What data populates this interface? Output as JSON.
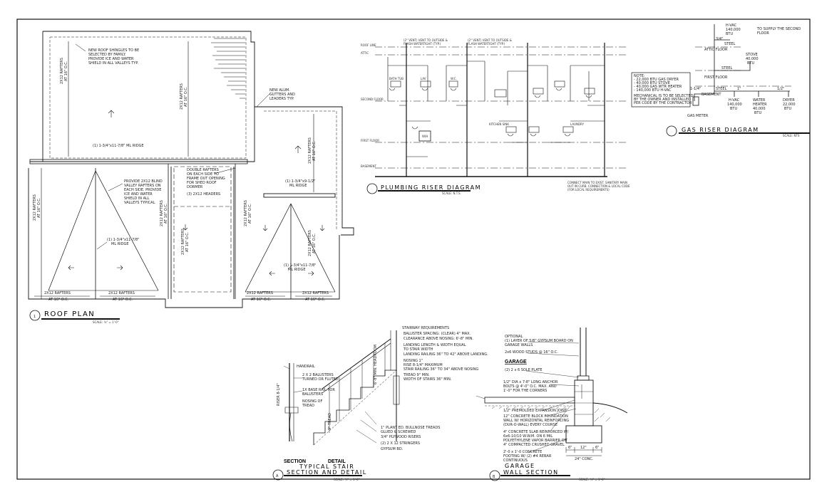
{
  "roof_plan": {
    "title": "ROOF PLAN",
    "number": "1",
    "scale": "SCALE: ¼\" = 1'-0\"",
    "notes": {
      "shingles": [
        "NEW ROOF SHINGLES TO BE",
        "SELECTED BY FAMILY.",
        "PROVIDE ICE AND WATER",
        "SHIELD IN ALL VALLEYS TYP."
      ],
      "gutters": [
        "NEW ALUM.",
        "GUTTERS AND",
        "LEADERS TYP."
      ],
      "ridge_main": "(1) 1-3/4\"x11-7/8\" ML RIDGE",
      "valley": [
        "PROVIDE 2X12 BLIND",
        "VALLEY RAFTERS ON",
        "EACH SIDE. PROVIDE",
        "ICE AND WATER",
        "SHIELD IN ALL",
        "VALLEYS TYPICAL"
      ],
      "double": [
        "DOUBLE RAFTERS",
        "ON EACH SIDE TO",
        "FRAME OUT OPENING",
        "FOR SHED ROOF",
        "DORMER"
      ],
      "header": "(3) 2X12 HEADERS",
      "ridge_left": [
        "(1) 1-3/4\"x11-7/8\"",
        "ML RIDGE"
      ],
      "ridge_right": [
        "(1) 1-3/4\"x11-7/8\"",
        "ML RIDGE"
      ],
      "ridge_small": [
        "(1) 1-3/4\"x9-1/2\"",
        "ML RIDGE"
      ],
      "rafters_oc": "AT 16\" O.C.",
      "rafters": "2X12 RAFTERS"
    }
  },
  "plumbing": {
    "title": "PLUMBING RISER DIAGRAM",
    "scale": "SCALE: N.T.S.",
    "levels": [
      "ROOF LINE",
      "ATTIC",
      "SECOND FLOOR",
      "FIRST FLOOR",
      "BASEMENT"
    ],
    "vents": [
      "(2\" VENT) VENT TO OUTSIDE &",
      "FLASH WATERTIGHT (TYP.)"
    ],
    "fixtures": [
      "BATH TUB",
      "LAV",
      "W.C.",
      "KITCHEN SINK",
      "LAUNDRY",
      "W/H"
    ],
    "footer": [
      "CONNECT MAIN TO EXIST. SANITARY MAIN",
      "OUT IN CURB. CONNECTION & LOCAL CODE",
      "(FOR LOCAL REQUIREMENTS)"
    ]
  },
  "gas": {
    "title": "GAS RISER DIAGRAM",
    "scale": "SCALE: NTS",
    "supply": [
      "TO SUPPLY THE SECOND",
      "FLOOR"
    ],
    "hvac_top": [
      "H-VAC",
      "140,000",
      "BTU"
    ],
    "attic": "ATTIC FLOOR",
    "first_floor": "FIRST FLOOR",
    "basement": "BASEMENT",
    "meter": "GAS METER",
    "stove": [
      "STOVE",
      "40,000",
      "BTU"
    ],
    "hvac_bsmt": [
      "H-VAC",
      "140,000",
      "BTU"
    ],
    "water_heater": [
      "WATER",
      "HEATER",
      "40,000",
      "BTU"
    ],
    "dryer": [
      "DRYER",
      "22,000",
      "BTU"
    ],
    "steel": "STEEL",
    "pipe_sizes": [
      "3/4\"",
      "1\"",
      "1-1/4\"",
      "1/2\""
    ],
    "note": [
      "NOTE:",
      "- 22,000 BTU GAS DRYER",
      "- 40,000 BTU STOVE",
      "- 40,000 GAS WTR HEATER",
      "- 140,000 BTU H-VAC",
      "MECHANICAL IS TO BE SELECTED",
      "BY THE OWNER AND INSTALLED",
      "PER CODE BY THE CONTRACTOR"
    ]
  },
  "stair": {
    "label": "A",
    "title": [
      "TYPICAL STAIR",
      "SECTION AND DETAIL"
    ],
    "sub_section": "SECTION",
    "sub_detail": "DETAIL",
    "scale": "SCALE: ¾\" = 1'-0\"",
    "requirements": [
      "STAIRWAY REQUIREMENTS",
      "BALUSTER SPACING: (CLEAR) 4\" MAX.",
      "CLEARANCE ABOVE NOSING: 6'-8\" MIN.",
      "LANDING LENGTH & WIDTH EQUAL",
      "TO STAIR WIDTH",
      "LANDING RAILING 36\" TO 42\" ABOVE LANDING.",
      "NOSING 1\"",
      "RISE 8-1/4\" MAXIMUM",
      "STAIR RAILING 36\" TO 34\" ABOVE NOSING",
      "TREAD 9\" MIN.",
      "WIDTH OF STAIRS 36\" MIN."
    ],
    "callouts": [
      "HANDRAIL",
      "2 X 2 BALUSTERS",
      "TURNED OR FLUTED",
      "1X BASE RAIL FOR",
      "BALUSTERS",
      "NOSING OF",
      "TREAD",
      "1\" PLANT ED. BULLNOSE TREADS",
      "GLUED & SCREWED",
      "3/4\" PLYWOOD RISERS",
      "(2) 2 X 12 STRINGERS",
      "GYPSUM BD."
    ],
    "dims": [
      "RISER 8-1/4\"",
      "9\" TREAD",
      "6'-8\" MIN. HEADROOM"
    ]
  },
  "garage": {
    "label": "B",
    "title": [
      "GARAGE",
      "WALL SECTION"
    ],
    "scale": "SCALE: ¾\" = 1'-0\"",
    "subtitle": "GARAGE",
    "callouts": [
      "OPTIONAL",
      "(1) LAYER OF 5/8\" GYPSUM BOARD ON",
      "GARAGE WALLS",
      "2x6 WOOD STUDS @ 16\" O.C.",
      "(2) 2 x 6 SOLE PLATE",
      "1/2\" DIA x 7-8\" LONG ANCHOR",
      "BOLTS @ 4'-0\" O.C. MAX. AND",
      "1'-0\" FOR THE CORNERS",
      "1/2\" PREMOLDED EXPANSION JOINT",
      "12\" CONCRETE BLOCK FOUNDATION",
      "WALL W/ HORIZONTAL REINFORCING",
      "(DUR-O-WALL) EVERY COURSE",
      "4\" CONCRETE SLAB REINFORCED W/",
      "6x6-10/10 W.W.M. ON 6 MIL",
      "POLYETHYLENE VAPOR BARRIER ON",
      "4\" COMPACTED CRUSHED GRAVEL",
      "2'-0 x 1'-0 CONCRETE",
      "FOOTING W/ (2) #4 REBAR",
      "CONTINUOUS"
    ],
    "dims": [
      "6\"",
      "12\"",
      "6\"",
      "24\" CONC."
    ]
  }
}
